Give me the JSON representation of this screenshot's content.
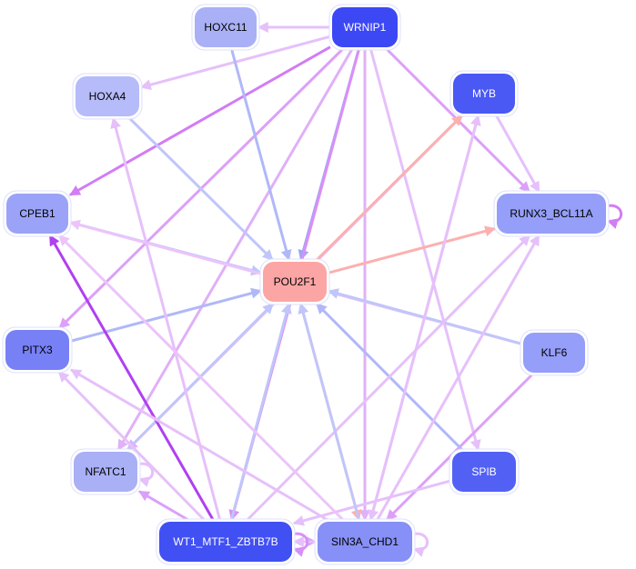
{
  "diagram": {
    "type": "gene-regulatory-network",
    "nodes": [
      {
        "id": "HOXC11",
        "label": "HOXC11",
        "fill": "#a9b0f5",
        "text": "#000000"
      },
      {
        "id": "WRNIP1",
        "label": "WRNIP1",
        "fill": "#3c48f4",
        "text": "#ffffff"
      },
      {
        "id": "HOXA4",
        "label": "HOXA4",
        "fill": "#b6bbf9",
        "text": "#000000"
      },
      {
        "id": "MYB",
        "label": "MYB",
        "fill": "#4a58f4",
        "text": "#ffffff"
      },
      {
        "id": "CPEB1",
        "label": "CPEB1",
        "fill": "#9aa3f7",
        "text": "#000000"
      },
      {
        "id": "RUNX3_BCL11A",
        "label": "RUNX3_BCL11A",
        "fill": "#959ef8",
        "text": "#000000"
      },
      {
        "id": "POU2F1",
        "label": "POU2F1",
        "fill": "#fca5a5",
        "text": "#000000"
      },
      {
        "id": "PITX3",
        "label": "PITX3",
        "fill": "#7880f6",
        "text": "#000000"
      },
      {
        "id": "KLF6",
        "label": "KLF6",
        "fill": "#959ef8",
        "text": "#000000"
      },
      {
        "id": "NFATC1",
        "label": "NFATC1",
        "fill": "#a9b0f5",
        "text": "#000000"
      },
      {
        "id": "SPIB",
        "label": "SPIB",
        "fill": "#5261f4",
        "text": "#ffffff"
      },
      {
        "id": "WT1_MTF1_ZBTB7B",
        "label": "WT1_MTF1_ZBTB7B",
        "fill": "#4150f3",
        "text": "#ffffff"
      },
      {
        "id": "SIN3A_CHD1",
        "label": "SIN3A_CHD1",
        "fill": "#8690f6",
        "text": "#000000"
      }
    ],
    "edges": [
      {
        "from": "WRNIP1",
        "to": "HOXC11",
        "color": "#e6c0fa"
      },
      {
        "from": "WRNIP1",
        "to": "HOXA4",
        "color": "#e6c0fa"
      },
      {
        "from": "WRNIP1",
        "to": "CPEB1",
        "color": "#d27cf5"
      },
      {
        "from": "WRNIP1",
        "to": "POU2F1",
        "color": "#9aa6f5"
      },
      {
        "from": "WRNIP1",
        "to": "PITX3",
        "color": "#dca0f8"
      },
      {
        "from": "WRNIP1",
        "to": "NFATC1",
        "color": "#e0b0f8"
      },
      {
        "from": "WRNIP1",
        "to": "WT1_MTF1_ZBTB7B",
        "color": "#d890f6"
      },
      {
        "from": "WRNIP1",
        "to": "SIN3A_CHD1",
        "color": "#e0b0f8"
      },
      {
        "from": "WRNIP1",
        "to": "SPIB",
        "color": "#e6c0fa"
      },
      {
        "from": "WRNIP1",
        "to": "RUNX3_BCL11A",
        "color": "#dca0f8"
      },
      {
        "from": "HOXC11",
        "to": "POU2F1",
        "color": "#b0b8f8"
      },
      {
        "from": "HOXA4",
        "to": "POU2F1",
        "color": "#c0c6fa"
      },
      {
        "from": "MYB",
        "to": "RUNX3_BCL11A",
        "color": "#e6c0fa"
      },
      {
        "from": "MYB",
        "to": "NFATC1",
        "color": "#e0b0f8"
      },
      {
        "from": "MYB",
        "to": "SIN3A_CHD1",
        "color": "#e6c0fa"
      },
      {
        "from": "POU2F1",
        "to": "MYB",
        "color": "#fcb0b0"
      },
      {
        "from": "POU2F1",
        "to": "RUNX3_BCL11A",
        "color": "#fcb0b0"
      },
      {
        "from": "POU2F1",
        "to": "SIN3A_CHD1",
        "color": "#fcb0b0"
      },
      {
        "from": "CPEB1",
        "to": "POU2F1",
        "color": "#c0c6fa"
      },
      {
        "from": "KLF6",
        "to": "CPEB1",
        "color": "#ecc4fa"
      },
      {
        "from": "KLF6",
        "to": "POU2F1",
        "color": "#c0c6fa"
      },
      {
        "from": "KLF6",
        "to": "SIN3A_CHD1",
        "color": "#dca0f8"
      },
      {
        "from": "PITX3",
        "to": "POU2F1",
        "color": "#b0b8f8"
      },
      {
        "from": "SPIB",
        "to": "POU2F1",
        "color": "#b0b8f8"
      },
      {
        "from": "SPIB",
        "to": "WT1_MTF1_ZBTB7B",
        "color": "#e6c0fa"
      },
      {
        "from": "NFATC1",
        "to": "POU2F1",
        "color": "#c0c6fa"
      },
      {
        "from": "WT1_MTF1_ZBTB7B",
        "to": "CPEB1",
        "color": "#b040f0"
      },
      {
        "from": "WT1_MTF1_ZBTB7B",
        "to": "HOXA4",
        "color": "#e6c0fa"
      },
      {
        "from": "WT1_MTF1_ZBTB7B",
        "to": "POU2F1",
        "color": "#c0c6fa"
      },
      {
        "from": "WT1_MTF1_ZBTB7B",
        "to": "RUNX3_BCL11A",
        "color": "#e6c0fa"
      },
      {
        "from": "WT1_MTF1_ZBTB7B",
        "to": "NFATC1",
        "color": "#dca0f8"
      },
      {
        "from": "WT1_MTF1_ZBTB7B",
        "to": "SIN3A_CHD1",
        "color": "#dca0f8"
      },
      {
        "from": "WT1_MTF1_ZBTB7B",
        "to": "PITX3",
        "color": "#e6c0fa"
      },
      {
        "from": "SIN3A_CHD1",
        "to": "CPEB1",
        "color": "#ecc4fa"
      },
      {
        "from": "SIN3A_CHD1",
        "to": "POU2F1",
        "color": "#c0c6fa"
      },
      {
        "from": "SIN3A_CHD1",
        "to": "RUNX3_BCL11A",
        "color": "#e6c0fa"
      },
      {
        "from": "SIN3A_CHD1",
        "to": "MYB",
        "color": "#e6c0fa"
      },
      {
        "from": "SIN3A_CHD1",
        "to": "PITX3",
        "color": "#e6c0fa"
      },
      {
        "from": "SIN3A_CHD1",
        "to": "WT1_MTF1_ZBTB7B",
        "color": "#e6c0fa"
      },
      {
        "from": "RUNX3_BCL11A",
        "to": "RUNX3_BCL11A",
        "color": "#d27cf5",
        "self": true
      },
      {
        "from": "NFATC1",
        "to": "NFATC1",
        "color": "#e6c0fa",
        "self": true
      },
      {
        "from": "WT1_MTF1_ZBTB7B",
        "to": "WT1_MTF1_ZBTB7B",
        "color": "#d890f6",
        "self": true
      },
      {
        "from": "SIN3A_CHD1",
        "to": "SIN3A_CHD1",
        "color": "#e6c0fa",
        "self": true
      }
    ]
  }
}
